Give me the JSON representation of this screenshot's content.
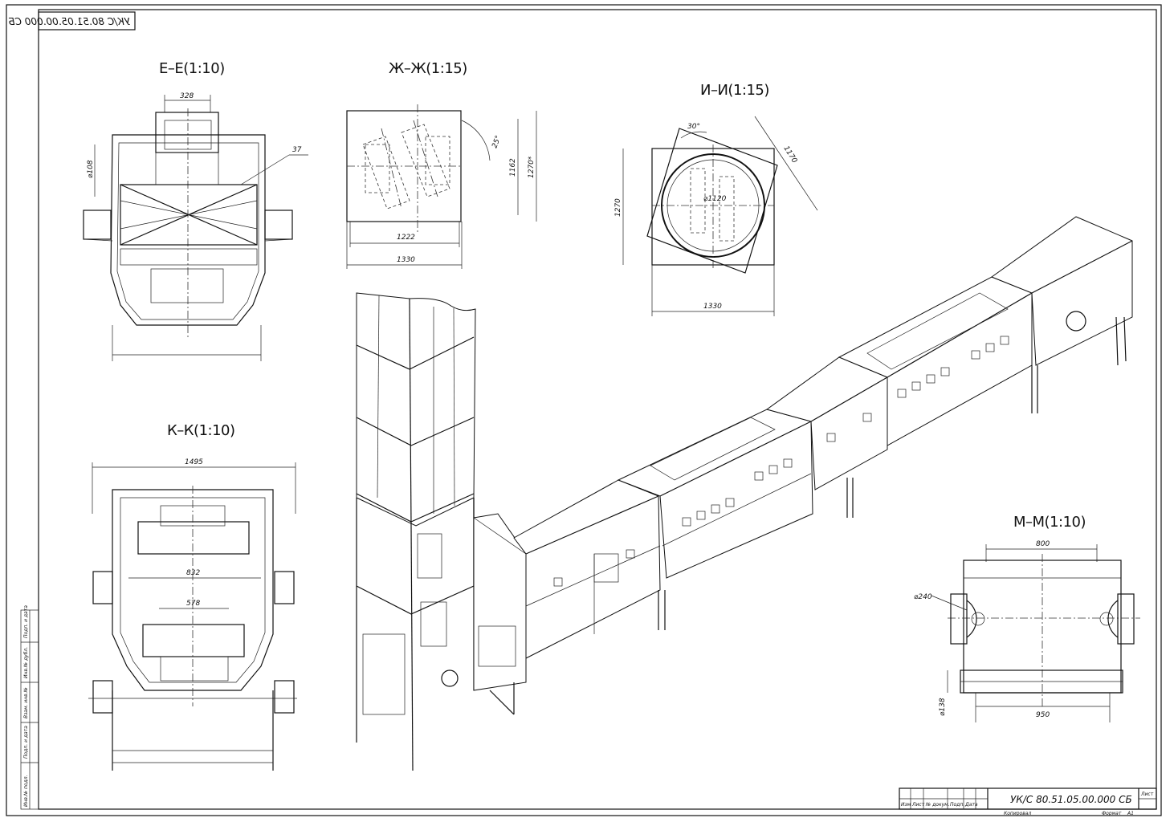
{
  "drawing": {
    "code": "УК/С 80.51.05.00.000 СБ",
    "code_mirrored": "УК/С 80.51.05.00.000 СБ",
    "format_label": "Формат",
    "format_value": "А1",
    "copied_label": "Копировал",
    "sheet_label": "Лист",
    "revision_labels": [
      "Изм",
      "Лист",
      "№ докум.",
      "Подп.",
      "Дата"
    ],
    "side_labels": [
      "Инв.№ подл.",
      "Подп. и дата",
      "Взам. инв.№",
      "Инв.№ дубл.",
      "Подп. и дата"
    ]
  },
  "views": {
    "ee": {
      "title": "Е–Е(1:10)",
      "dims": {
        "width": "328",
        "dia": "⌀108",
        "leader": "37"
      }
    },
    "zhzh": {
      "title": "Ж–Ж(1:15)",
      "dims": {
        "inner": "1222",
        "outer": "1330",
        "h_inner": "1162",
        "h_outer": "1270*",
        "angle": "25°"
      }
    },
    "ii": {
      "title": "И–И(1:15)",
      "dims": {
        "angle": "30°",
        "diag": "1170",
        "height": "1270",
        "width": "1330",
        "dia": "⌀1120"
      }
    },
    "kk": {
      "title": "К–К(1:10)",
      "dims": {
        "overall": "1495",
        "mid": "832",
        "lower": "578"
      }
    },
    "mm": {
      "title": "М–М(1:10)",
      "dims": {
        "top": "800",
        "bottom": "950",
        "dia": "⌀240",
        "small_dia": "⌀138"
      }
    }
  }
}
